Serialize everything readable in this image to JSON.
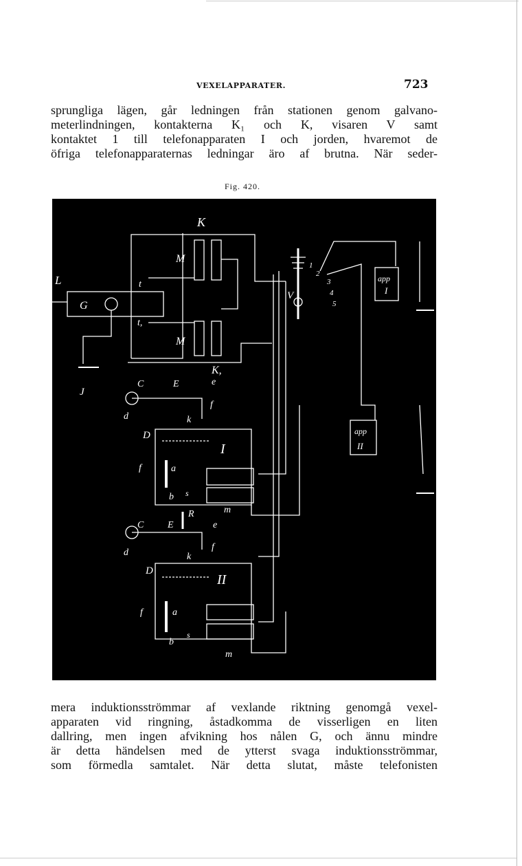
{
  "header": {
    "running_title": "VEXELAPPARATER.",
    "page_number": "723"
  },
  "paragraph_top": {
    "lines": [
      "sprungliga lägen, går ledningen från stationen genom galvano-",
      "meterlindningen, kontakterna K₁ och K, visaren V samt",
      "kontaktet 1 till telefonapparaten I och jorden, hvaremot de",
      "öfriga telefonapparaternas ledningar äro af brutna. När seder-"
    ]
  },
  "figure": {
    "caption": "Fig. 420.",
    "labels": {
      "K_top": "K",
      "K1": "K,",
      "M": "M",
      "M1": "M",
      "L": "L",
      "G": "G",
      "t": "t",
      "t1": "t,",
      "J": "J",
      "V": "V",
      "contact_1": "1",
      "contact_2": "2",
      "contact_3": "3",
      "contact_4": "4",
      "contact_5": "5",
      "app_I_label": "app",
      "app_I_num": "I",
      "app_II_label": "app",
      "app_II_num": "II",
      "C": "C",
      "E": "E",
      "e": "e",
      "f": "f",
      "d": "d",
      "k": "k",
      "D": "D",
      "unit_I": "I",
      "unit_II": "II",
      "f1": "f",
      "a": "a",
      "b": "b",
      "s": "s",
      "m": "m",
      "R": "R"
    }
  },
  "paragraph_bottom": {
    "lines": [
      "mera induktionsströmmar af vexlande riktning genomgå vexel-",
      "apparaten vid ringning, åstadkomma de visserligen en liten",
      "dallring, men ingen afvikning hos nålen G, och ännu mindre",
      "är detta händelsen med de ytterst svaga induktionsströmmar,",
      "som förmedla samtalet. När detta slutat, måste telefonisten"
    ]
  }
}
